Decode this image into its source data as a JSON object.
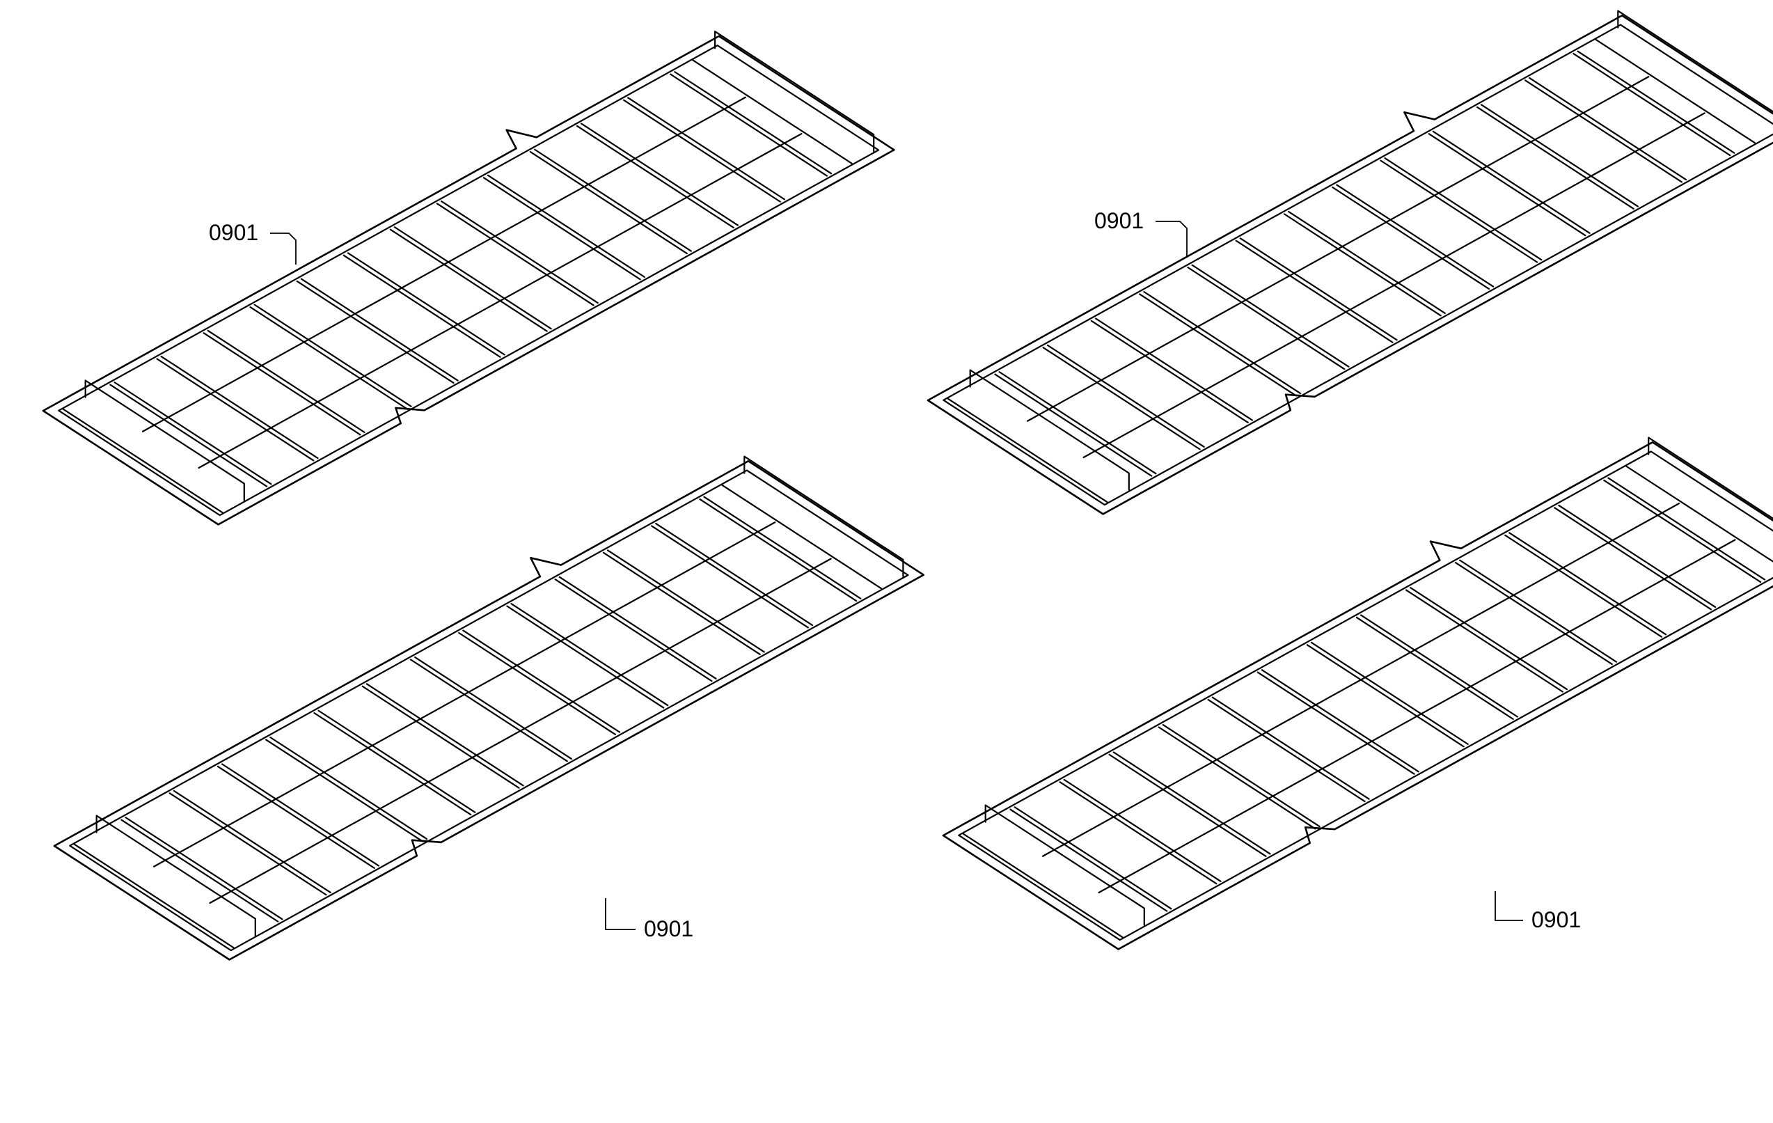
{
  "diagram": {
    "parts": [
      {
        "part_number": "0901"
      },
      {
        "part_number": "0901"
      },
      {
        "part_number": "0901"
      },
      {
        "part_number": "0901"
      }
    ]
  }
}
